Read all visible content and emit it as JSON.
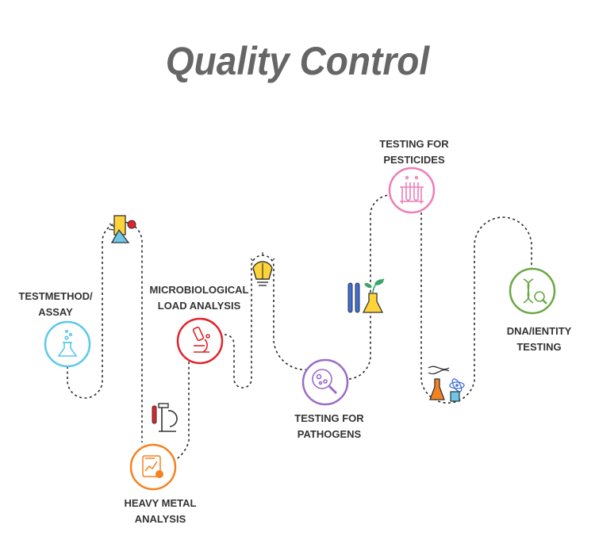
{
  "title": "Quality Control",
  "steps": [
    {
      "label_line1": "TESTMETHOD/",
      "label_line2": "ASSAY",
      "icon": "flask-bubbles-icon",
      "color": "#5BC8EE"
    },
    {
      "label_line1": "HEAVY METAL",
      "label_line2": "ANALYSIS",
      "icon": "report-chart-icon",
      "color": "#F58220"
    },
    {
      "label_line1": "MICROBIOLOGICAL",
      "label_line2": "LOAD ANALYSIS",
      "icon": "microscope-icon",
      "color": "#E0242A"
    },
    {
      "label_line1": "TESTING FOR",
      "label_line2": "PATHOGENS",
      "icon": "petri-dish-magnifier-icon",
      "color": "#9B6BCC"
    },
    {
      "label_line1": "TESTING FOR",
      "label_line2": "PESTICIDES",
      "icon": "test-tube-rack-icon",
      "color": "#EE7CB8"
    },
    {
      "label_line1": "DNA/IENTITY",
      "label_line2": "TESTING",
      "icon": "dna-magnifier-icon",
      "color": "#69A842"
    }
  ],
  "decorations": [
    {
      "icon": "lab-beaker-flask-icon"
    },
    {
      "icon": "microscope-tube-icon"
    },
    {
      "icon": "brain-bulb-icon"
    },
    {
      "icon": "plant-flask-tubes-icon"
    },
    {
      "icon": "dna-flask-atom-icon"
    }
  ]
}
